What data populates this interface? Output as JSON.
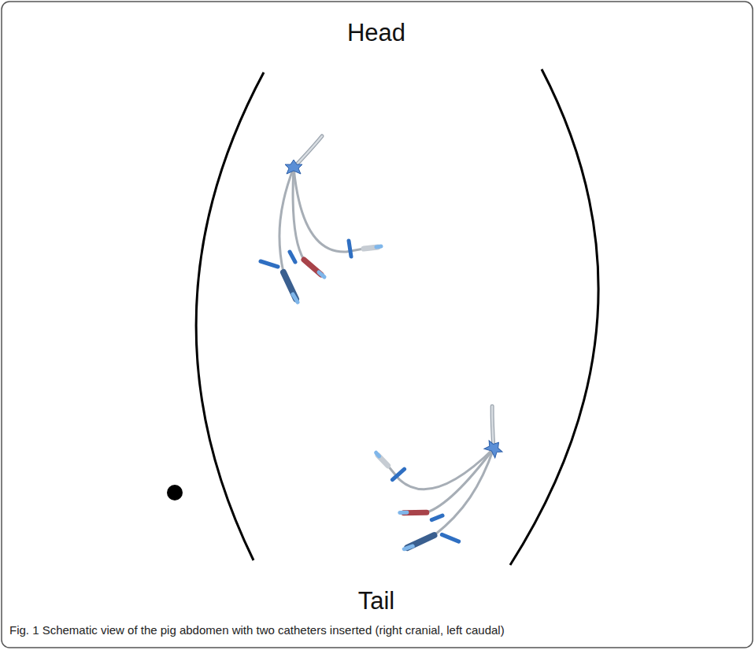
{
  "diagram": {
    "caption": "Fig. 1 Schematic view of the pig abdomen with two catheters inserted (right cranial, left caudal)",
    "labels": [
      "Head",
      "Tail"
    ]
  }
}
